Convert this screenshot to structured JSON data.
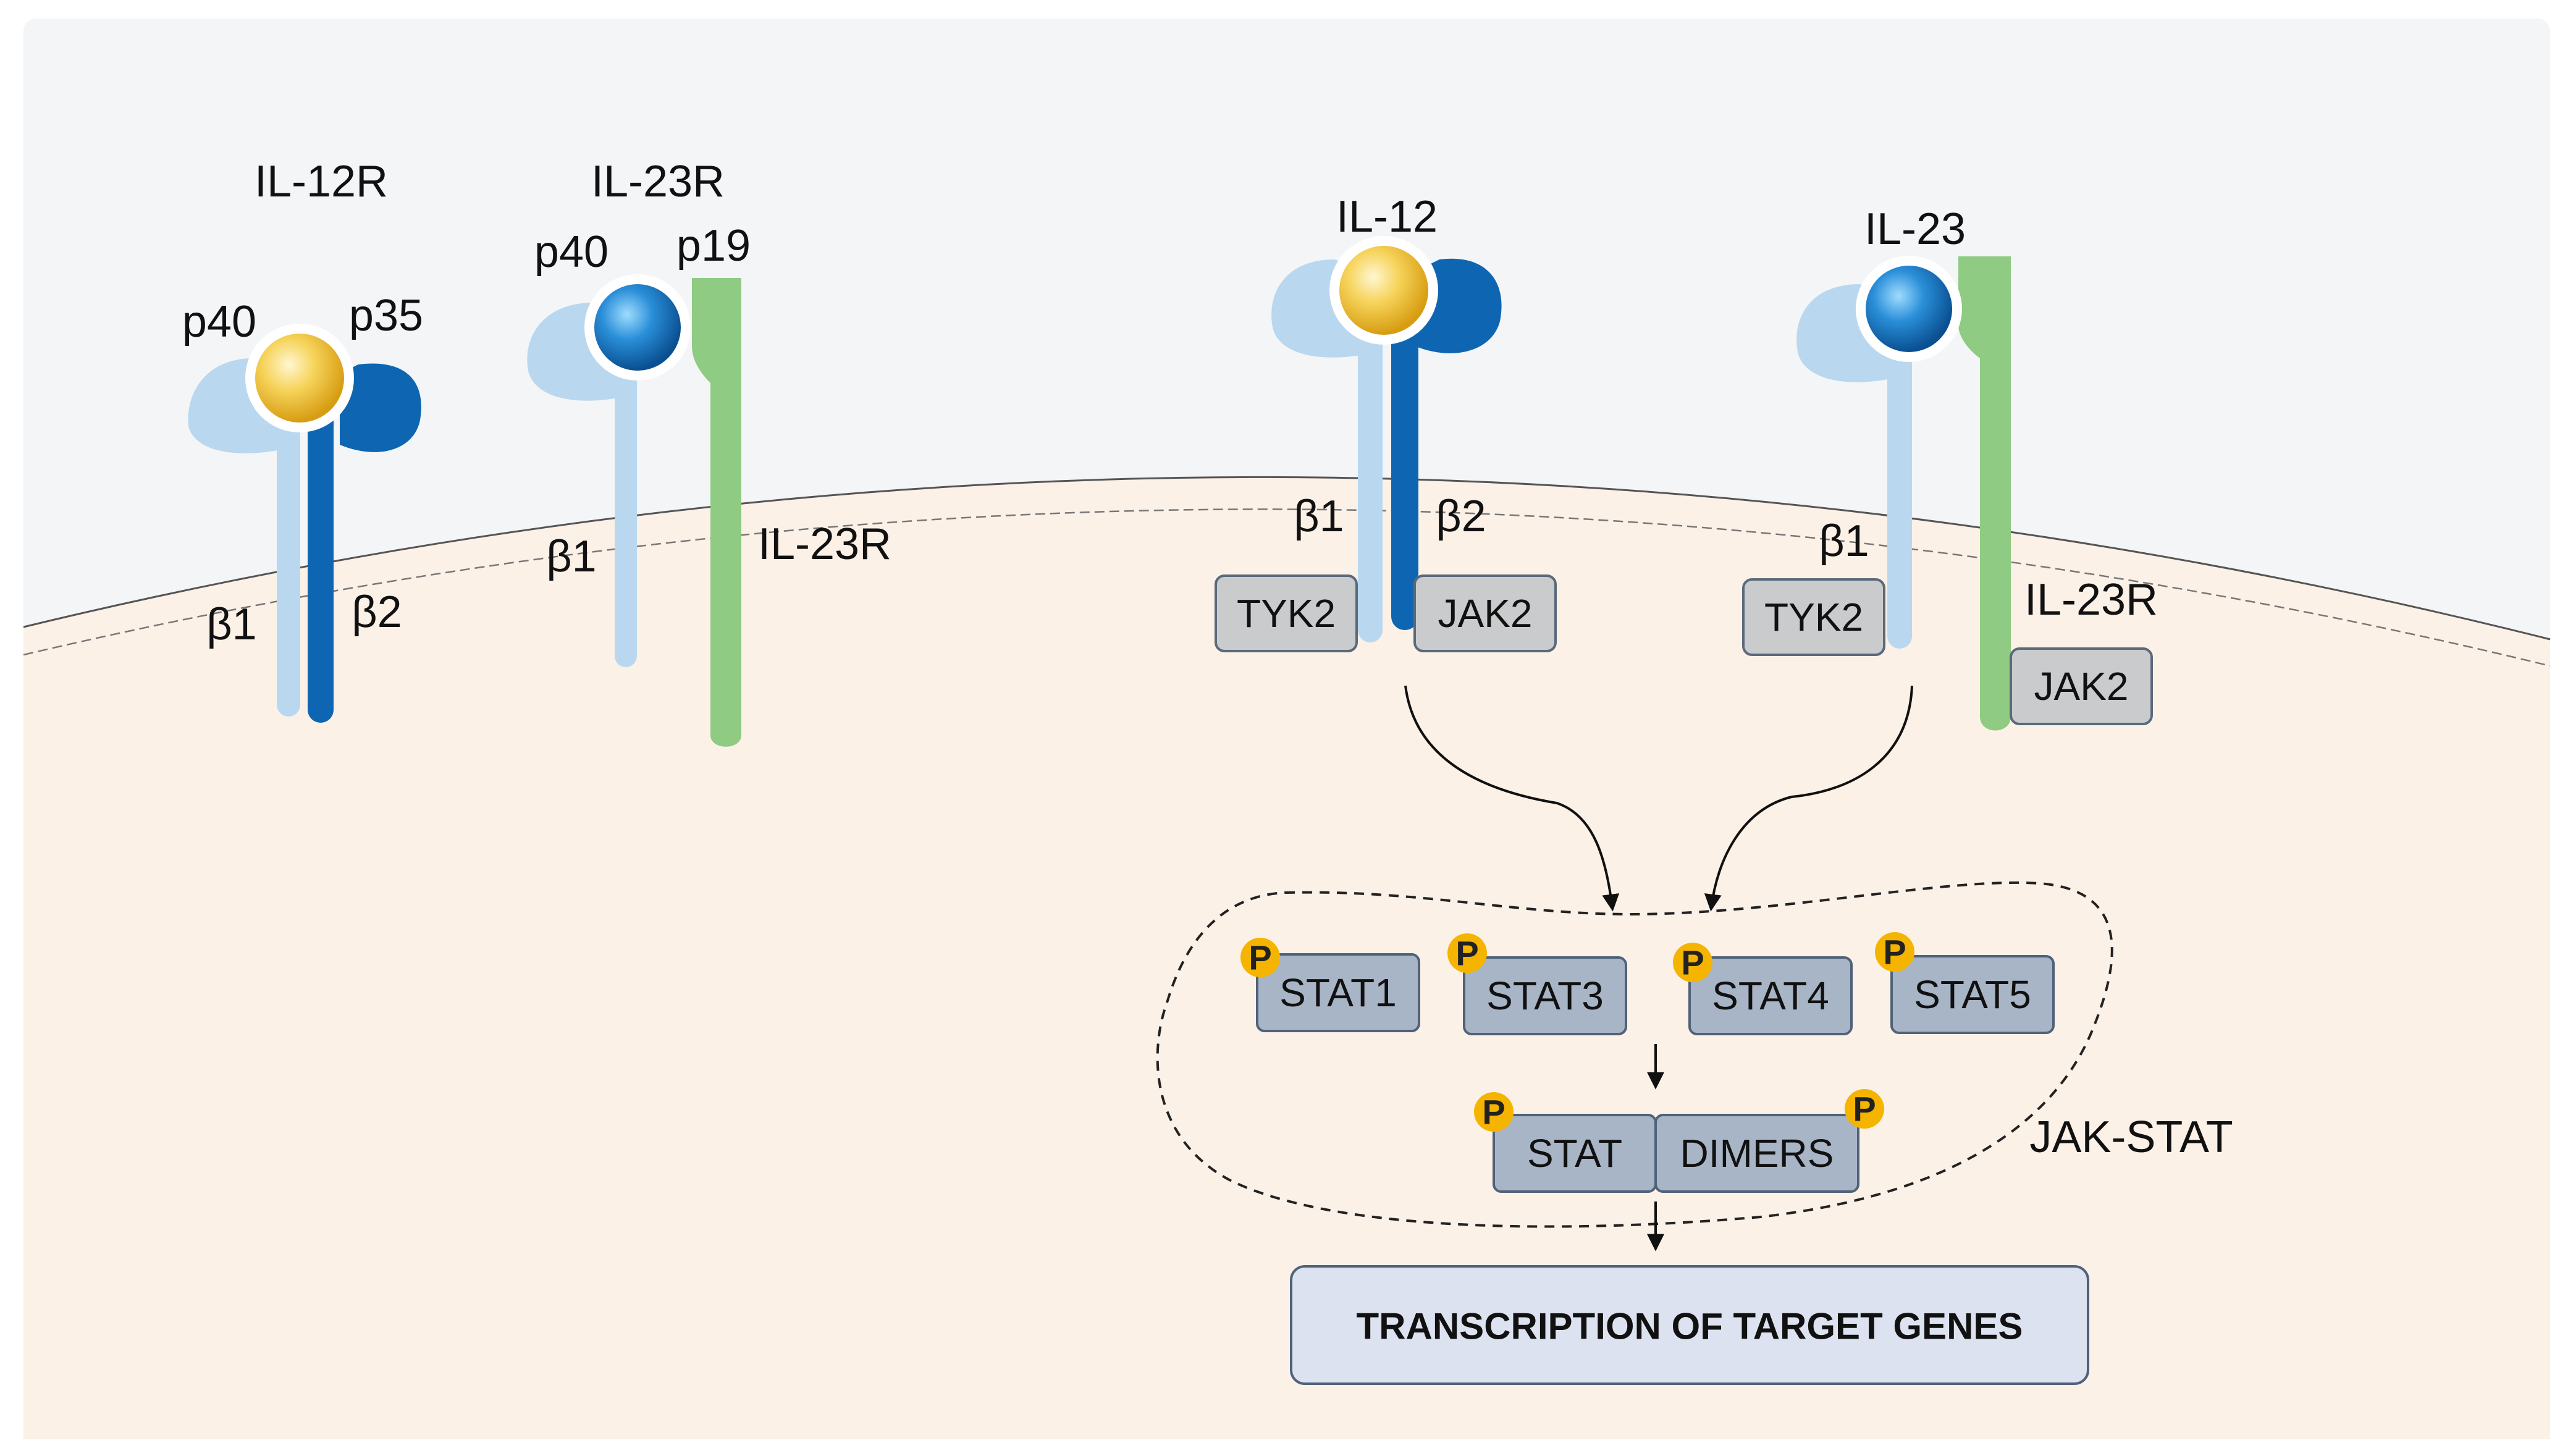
{
  "colors": {
    "extracellular": "#f4f5f7",
    "cytoplasm": "#fcf1e7",
    "beta1_light_blue": "#b9d8ef",
    "beta2_dark_blue": "#0e66b2",
    "il23r_green": "#8fcb82",
    "p40_ball": "#2a8fd8",
    "p35_ball": "#f3c43e",
    "kinase_box": "#c9cbcc",
    "stat_box": "#a8b5c6",
    "phospho": "#f5b400",
    "transcription_box": "#dde2f0"
  },
  "receptors": {
    "il12r": {
      "title": "IL-12R",
      "p40": "p40",
      "p35": "p35",
      "beta1": "β1",
      "beta2": "β2"
    },
    "il23r": {
      "title": "IL-23R",
      "p40": "p40",
      "p19": "p19",
      "beta1": "β1",
      "chain": "IL-23R"
    },
    "il12": {
      "title": "IL-12",
      "beta1": "β1",
      "beta2": "β2",
      "kinase1": "TYK2",
      "kinase2": "JAK2"
    },
    "il23": {
      "title": "IL-23",
      "beta1": "β1",
      "chain": "IL-23R",
      "kinase1": "TYK2",
      "kinase2": "JAK2"
    }
  },
  "jakstat": {
    "label": "JAK-STAT",
    "phospho_label": "P",
    "stats": [
      "STAT1",
      "STAT3",
      "STAT4",
      "STAT5"
    ],
    "dimer_left": "STAT",
    "dimer_right": "DIMERS"
  },
  "transcription": "TRANSCRIPTION OF TARGET GENES"
}
